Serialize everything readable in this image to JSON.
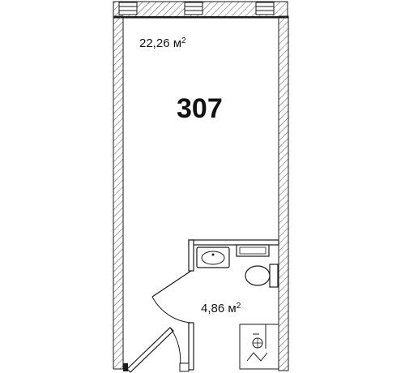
{
  "unit": {
    "number": "307"
  },
  "rooms": [
    {
      "name": "main-room",
      "area_value": "22,26",
      "area_unit": "м",
      "area_exp": "2"
    },
    {
      "name": "bathroom",
      "area_value": "4,86",
      "area_unit": "м",
      "area_exp": "2"
    }
  ],
  "colors": {
    "line": "#1a1a1a",
    "hatch": "#555555",
    "background": "#ffffff"
  }
}
